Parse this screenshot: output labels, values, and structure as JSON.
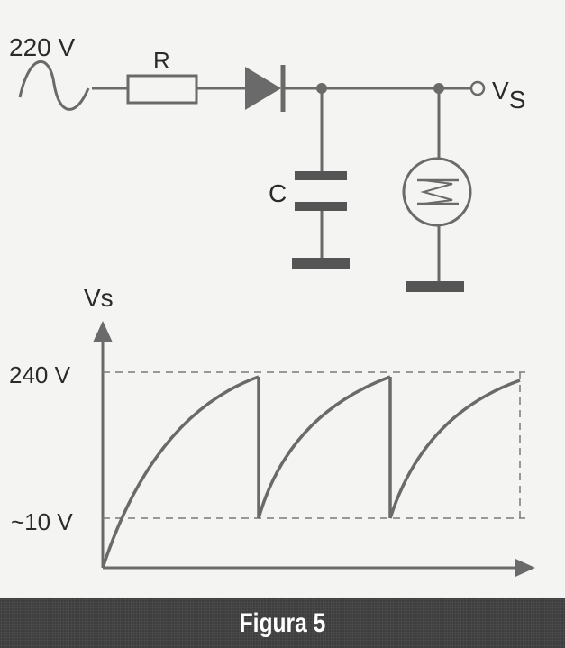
{
  "circuit": {
    "source_label": "220 V",
    "resistor_label": "R",
    "capacitor_label": "C",
    "output_label_main": "V",
    "output_label_sub": "S"
  },
  "graph": {
    "y_axis_label": "Vs",
    "high_level_label": "240 V",
    "low_level_label": "~10 V"
  },
  "chart_data": {
    "type": "line",
    "title": "",
    "xlabel": "",
    "ylabel": "Vs",
    "y_ticks": [
      "240 V",
      "~10 V"
    ],
    "series": [
      {
        "description_values": "sawtooth: charges from 0 to ~240 V, then drops to ~10 V and recharges",
        "segments": [
          {
            "start": 0,
            "end": 240
          },
          {
            "start": 10,
            "end": 240
          },
          {
            "start": 10,
            "end": 240
          }
        ]
      }
    ]
  },
  "caption": "Figura 5",
  "colors": {
    "line": "#6a6a6a",
    "ink": "#2a2a2a",
    "ground": "#555555",
    "caption_bg": "#3e3e3e"
  }
}
